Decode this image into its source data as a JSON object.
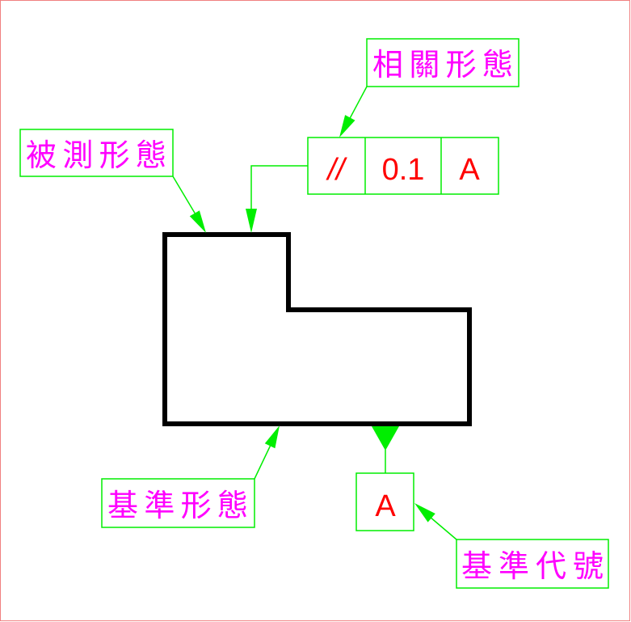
{
  "labels": {
    "measured_feature": "被測形態",
    "related_feature": "相關形態",
    "datum_feature": "基準形態",
    "datum_symbol": "基準代號"
  },
  "feature_control_frame": {
    "symbol": "//",
    "tolerance": "0.1",
    "datum": "A"
  },
  "datum_box": {
    "letter": "A"
  },
  "colors": {
    "label": "#ff00ff",
    "frame": "#00ee00",
    "value": "#ff0000",
    "part": "#000000"
  }
}
